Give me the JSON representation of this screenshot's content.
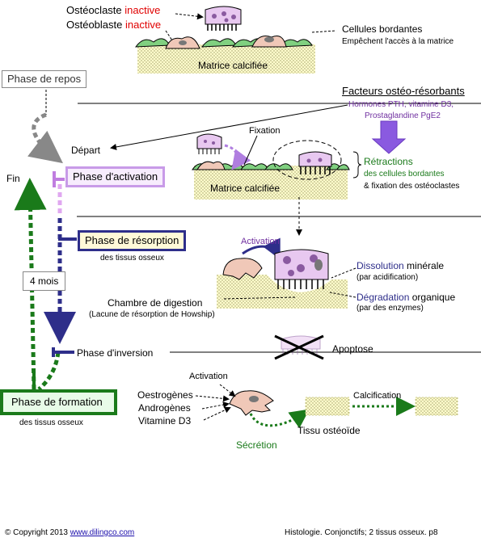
{
  "colors": {
    "red": "#e00000",
    "purple": "#7030a0",
    "green": "#1a7a1a",
    "gray": "#888888",
    "navy": "#2e2e8a",
    "lavender": "#c89be8"
  },
  "top": {
    "osteoclaste": "Ostéoclaste",
    "osteoblaste": "Ostéoblaste",
    "inactive": "inactive",
    "cellules_bordantes": "Cellules bordantes",
    "empechent": "Empêchent l'accès à la matrice",
    "matrice": "Matrice calcifiée"
  },
  "phases": {
    "repos": "Phase de repos",
    "activation": "Phase d'activation",
    "resorption": "Phase de résorption",
    "resorption_sub": "des tissus osseux",
    "inversion": "Phase d'inversion",
    "formation": "Phase de formation",
    "formation_sub": "des tissus osseux"
  },
  "cycle": {
    "depart": "Départ",
    "fin": "Fin",
    "duree": "4 mois"
  },
  "activation_zone": {
    "facteurs": "Facteurs ostéo-résorbants",
    "hormones1": "Hormones PTH, vitamine D3,",
    "hormones2": "Prostaglandine PgE2",
    "fixation": "Fixation",
    "retractions": "Rétractions",
    "retractions_sub": "des cellules bordantes",
    "fixation_osteoclastes": "& fixation des ostéoclastes",
    "matrice": "Matrice calcifiée"
  },
  "resorption_zone": {
    "activation": "Activation",
    "dissolution": "Dissolution",
    "minerale": "minérale",
    "acidification": "(par acidification)",
    "degradation": "Dégradation",
    "organique": "organique",
    "enzymes": "(par des enzymes)",
    "chambre": "Chambre de digestion",
    "lacune": "(Lacune de résorption de Howship)"
  },
  "inversion_zone": {
    "apoptose": "Apoptose"
  },
  "formation_zone": {
    "activation": "Activation",
    "oestrogenes": "Oestrogènes",
    "androgenes": "Androgènes",
    "vitamine": "Vitamine D3",
    "secretion": "Sécrétion",
    "tissu": "Tissu ostéoïde",
    "calcification": "Calcification"
  },
  "footer": {
    "copyright": "© Copyright 2013",
    "site": "www.dilingco.com",
    "source": "Histologie. Conjonctifs; 2 tissus osseux.  p8"
  }
}
